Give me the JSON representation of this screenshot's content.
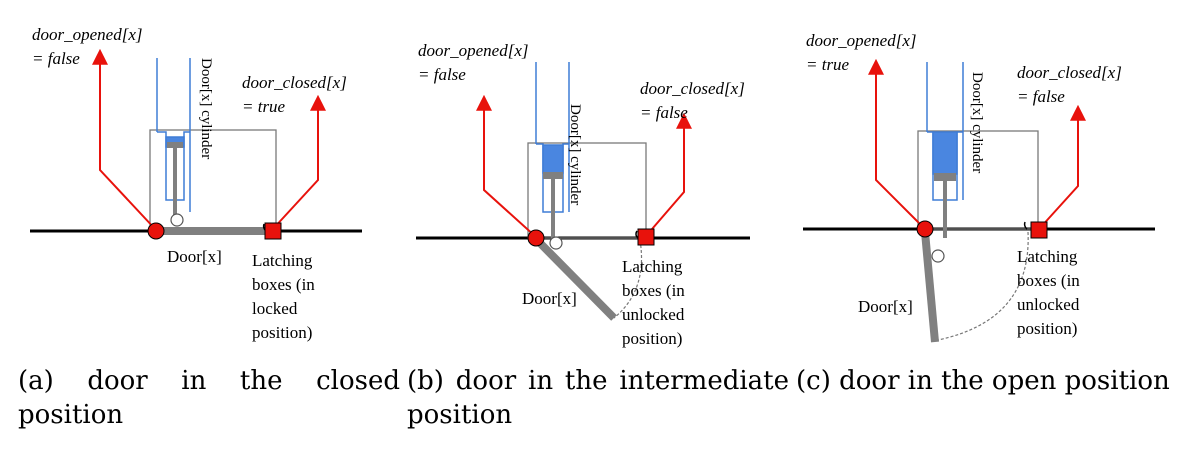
{
  "panels": [
    {
      "opened_label": "door_opened[x]",
      "opened_value": "= false",
      "closed_label": "door_closed[x]",
      "closed_value": "= true",
      "cylinder_label": "Door[x] cylinder",
      "door_label": "Door[x]",
      "latch_lines": [
        "Latching",
        "boxes (in",
        "locked",
        "position)"
      ],
      "caption": "(a) door in the closed position"
    },
    {
      "opened_label": "door_opened[x]",
      "opened_value": "= false",
      "closed_label": "door_closed[x]",
      "closed_value": "= false",
      "cylinder_label": "Door[x] cylinder",
      "door_label": "Door[x]",
      "latch_lines": [
        "Latching",
        "boxes (in",
        "unlocked",
        "position)"
      ],
      "caption": "(b) door in the intermediate position"
    },
    {
      "opened_label": "door_opened[x]",
      "opened_value": "= true",
      "closed_label": "door_closed[x]",
      "closed_value": "= false",
      "cylinder_label": "Door[x] cylinder",
      "door_label": "Door[x]",
      "latch_lines": [
        "Latching",
        "boxes (in",
        "unlocked",
        "position)"
      ],
      "caption": "(c) door in the open position"
    }
  ],
  "colors": {
    "signal": "#e8120c",
    "cylinder": "#3f7dd6",
    "cylinder_fill": "#4a86e0",
    "door": "#808080",
    "box": "#7a7a7a"
  }
}
